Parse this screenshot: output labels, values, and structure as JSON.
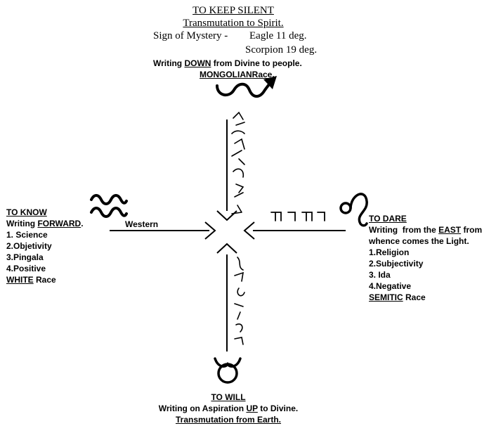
{
  "north": {
    "title": "TO KEEP SILENT",
    "subtitle": "Transmutation to Spirit.",
    "sign_label": "Sign of Mystery -",
    "sign_value_1": "Eagle 11 deg.",
    "sign_value_2": "Scorpion 19 deg.",
    "writing_pre": "Writing ",
    "writing_em": "DOWN",
    "writing_post": " from Divine to people.",
    "race_em": "MONGOLIAN",
    "race_post": "Race."
  },
  "west": {
    "title": "TO KNOW",
    "writing_pre": "Writing ",
    "writing_em": "FORWARD",
    "writing_post": ".",
    "items": [
      "1. Science",
      "2.Objetivity",
      "3.Pingala",
      "4.Positive"
    ],
    "race_em": "WHITE",
    "race_post": " Race",
    "arrow_label": "Western"
  },
  "east": {
    "title": "TO DARE",
    "writing_pre": "Writing  from the ",
    "writing_em": "EAST",
    "writing_post": " from",
    "writing_line2": "whence comes the Light.",
    "items": [
      "1.Religion",
      "2.Subjectivity",
      "3. Ida",
      "4.Negative"
    ],
    "race_em": "SEMITIC",
    "race_post": " Race"
  },
  "south": {
    "title": "TO WILL",
    "writing_pre": "Writing on Aspiration ",
    "writing_em": "UP",
    "writing_post": " to Divine.",
    "subtitle": "Transmutation from Earth."
  },
  "symbols": {
    "north": "scorpio-serpent-icon",
    "west": "aquarius-icon",
    "east": "leo-icon",
    "south": "taurus-icon"
  }
}
